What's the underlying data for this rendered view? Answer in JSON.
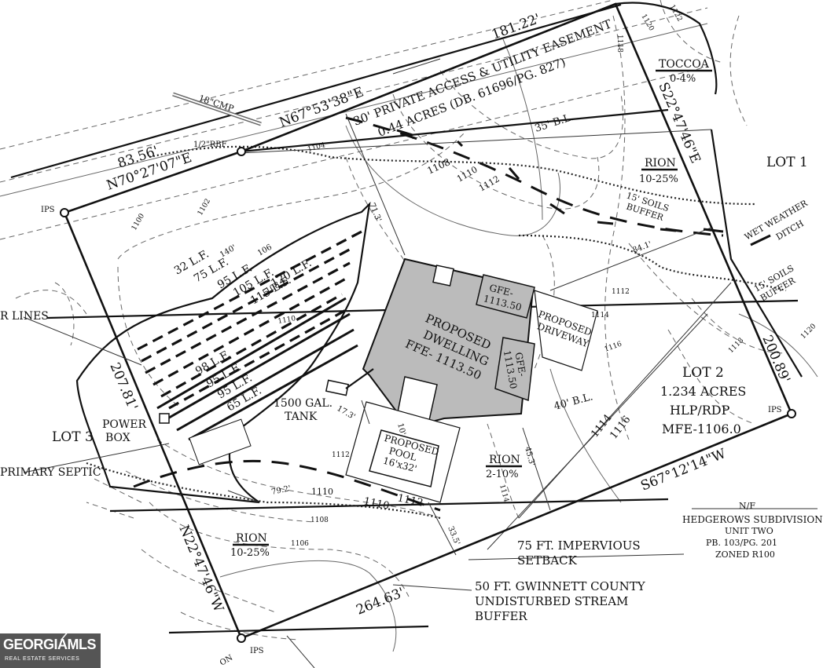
{
  "lot_labels": {
    "lot1": "LOT 1",
    "lot2": "LOT 2",
    "lot2_acres": "1.234 ACRES",
    "lot2_hlp": "HLP/RDP",
    "lot2_mfe": "MFE-1106.0",
    "lot3": "LOT 3"
  },
  "bearings": {
    "north_dist": "181.22'",
    "north_bearing": "N67°53'38\"E",
    "nw_dist": "83.56'",
    "nw_bearing": "N70°27'07\"E",
    "east_bearing": "S22°47'46\"E",
    "east_dist": "200.89'",
    "south_bearing": "S67°12'14\"W",
    "south_dist": "264.63'",
    "west_dist": "207.81'",
    "west_bearing": "N22°47'46\"W"
  },
  "easement": {
    "line1": "30' PRIVATE ACCESS & UTILITY EASEMENT",
    "line2": "0.44 ACRES (DB. 61696/PG. 827)"
  },
  "soils": {
    "toccoa_name": "TOCCOA",
    "toccoa_slope": "0-4%",
    "rion_ne_name": "RION",
    "rion_ne_slope": "10-25%",
    "rion_s_name": "RION",
    "rion_s_slope": "2-10%",
    "rion_sw_name": "RION",
    "rion_sw_slope": "10-25%"
  },
  "dwelling": {
    "line1": "PROPOSED",
    "line2": "DWELLING",
    "line3": "FFE- 1113.50",
    "gfe_top_1": "GFE-",
    "gfe_top_2": "1113.50",
    "gfe_right_1": "GFE-",
    "gfe_right_2": "1113.50"
  },
  "driveway": {
    "line1": "PROPOSED",
    "line2": "DRIVEWAY"
  },
  "pool": {
    "line1": "PROPOSED",
    "line2": "POOL",
    "line3": "16'x32'"
  },
  "tank": {
    "line1": "1500 GAL.",
    "line2": "TANK"
  },
  "septic_lines": {
    "upper": [
      "32 L.F.",
      "75 L.F.",
      "95 L.F.",
      "105 L.F.",
      "115 L.F.",
      "120 L.F."
    ],
    "upper_small": [
      "140'",
      "106",
      "108"
    ],
    "lower": [
      "98 L.F.",
      "95 L.F.",
      "95 L.F.",
      "65 L.F."
    ]
  },
  "labels": {
    "cmp": "18\"CMP",
    "rbf": "1/2\"RBF",
    "ips_nw": "IPS",
    "ips_e": "IPS",
    "ips_s": "IPS",
    "bl_35": "35' B.L.",
    "bl_40": "40' B.L.",
    "soils_buffer_1": "15' SOILS",
    "soils_buffer_1b": "BUFFER",
    "soils_buffer_2": "15' SOILS",
    "soils_buffer_2b": "BUFFER",
    "wet_ditch_1": "WET WEATHER",
    "wet_ditch_2": "DITCH",
    "dim_713": "71.3'",
    "dim_841": "84.1'",
    "dim_173": "17.3'",
    "dim_10": "10'",
    "dim_453": "45.3'",
    "dim_792": "79.2'",
    "dim_335": "33.5'",
    "power_box_1": "POWER",
    "power_box_2": "BOX",
    "r_lines": "R LINES",
    "primary_septic": "PRIMARY SEPTIC",
    "impervious_1": "75 FT. IMPERVIOUS",
    "impervious_2": "SETBACK",
    "stream_1": "50 FT. GWINNETT COUNTY",
    "stream_2": "UNDISTURBED STREAM",
    "stream_3": "BUFFER",
    "nf": "N/F",
    "hedge_1": "HEDGEROWS SUBDIVISION",
    "hedge_2": "UNIT TWO",
    "hedge_3": "PB. 103/PG. 201",
    "hedge_4": "ZONED R100",
    "on": "ON"
  },
  "contours": [
    "1100",
    "1102",
    "1104",
    "1106",
    "1108",
    "1110",
    "1112",
    "1114",
    "1116",
    "1118",
    "1120",
    "1122"
  ],
  "logo": {
    "main": "GEORGIAMLS",
    "sub": "REAL ESTATE SERVICES"
  }
}
